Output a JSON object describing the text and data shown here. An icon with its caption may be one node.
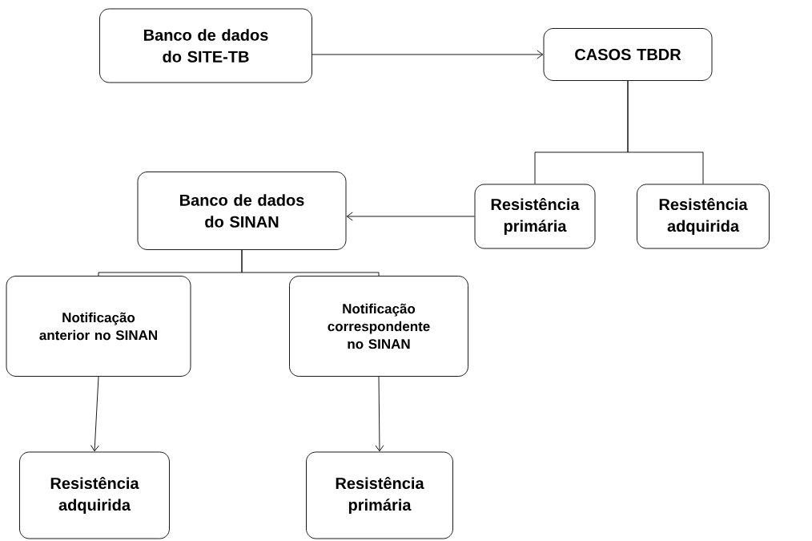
{
  "diagram": {
    "nodes": [
      {
        "text": [
          "Banco de dados do SITE-TB"
        ]
      },
      {
        "text": [
          "CASOS TBDR"
        ]
      },
      {
        "text": [
          "Banco de dados do SINAN"
        ]
      },
      {
        "text": [
          "Resistência primária"
        ]
      },
      {
        "text": [
          "Resistência adquirida"
        ]
      },
      {
        "text": [
          "Notificação anterior no SINAN"
        ]
      },
      {
        "text": [
          "Notificação correspondente no SINAN"
        ]
      },
      {
        "text": [
          "Resistência adquirida"
        ]
      },
      {
        "text": [
          "Resistência primária"
        ]
      }
    ],
    "edges": [
      {
        "from": 0,
        "to": 1,
        "arrow": "to"
      },
      {
        "from": 1,
        "to": 3,
        "arrow": "none"
      },
      {
        "from": 1,
        "to": 4,
        "arrow": "none"
      },
      {
        "from": 3,
        "to": 2,
        "arrow": "to"
      },
      {
        "from": 2,
        "to": 5,
        "arrow": "none"
      },
      {
        "from": 2,
        "to": 6,
        "arrow": "none"
      },
      {
        "from": 5,
        "to": 7,
        "arrow": "to"
      },
      {
        "from": 6,
        "to": 8,
        "arrow": "to"
      }
    ]
  }
}
